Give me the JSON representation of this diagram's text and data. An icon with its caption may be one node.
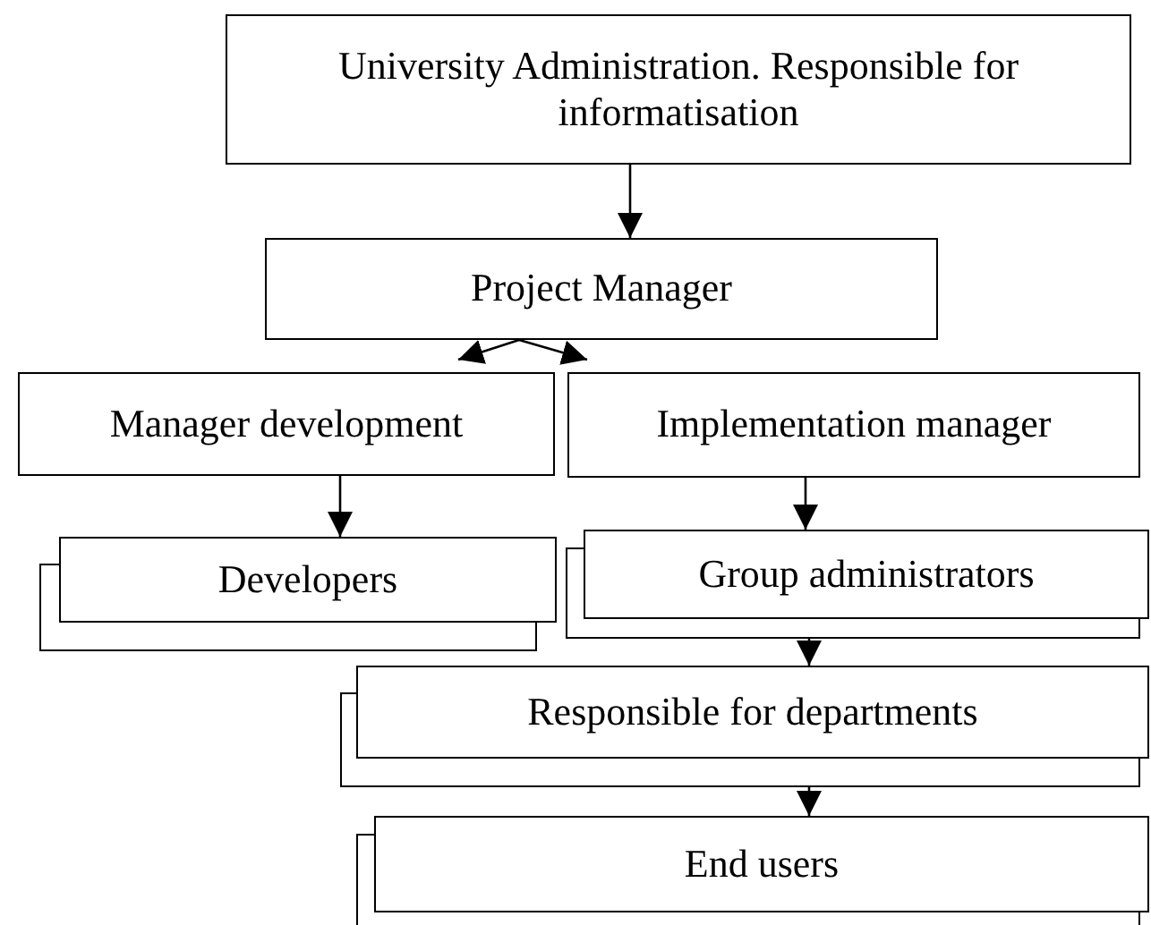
{
  "diagram": {
    "nodes": [
      {
        "text": [
          "University Administration. Responsible for informatisation"
        ]
      },
      {
        "text": [
          "Project Manager"
        ]
      },
      {
        "text": [
          "Manager development"
        ]
      },
      {
        "text": [
          "Implementation manager"
        ]
      },
      {
        "text": [
          "Developers"
        ]
      },
      {
        "text": [
          "Group administrators"
        ]
      },
      {
        "text": [
          "Responsible for departments"
        ]
      },
      {
        "text": [
          "End users"
        ]
      }
    ],
    "edges": [
      {
        "from": 0,
        "to": 1,
        "arrow": "to"
      },
      {
        "from": 1,
        "to": 2,
        "arrow": "to"
      },
      {
        "from": 1,
        "to": 3,
        "arrow": "to"
      },
      {
        "from": 2,
        "to": 4,
        "arrow": "to"
      },
      {
        "from": 3,
        "to": 5,
        "arrow": "to"
      },
      {
        "from": 5,
        "to": 6,
        "arrow": "to"
      },
      {
        "from": 6,
        "to": 7,
        "arrow": "to"
      }
    ]
  }
}
